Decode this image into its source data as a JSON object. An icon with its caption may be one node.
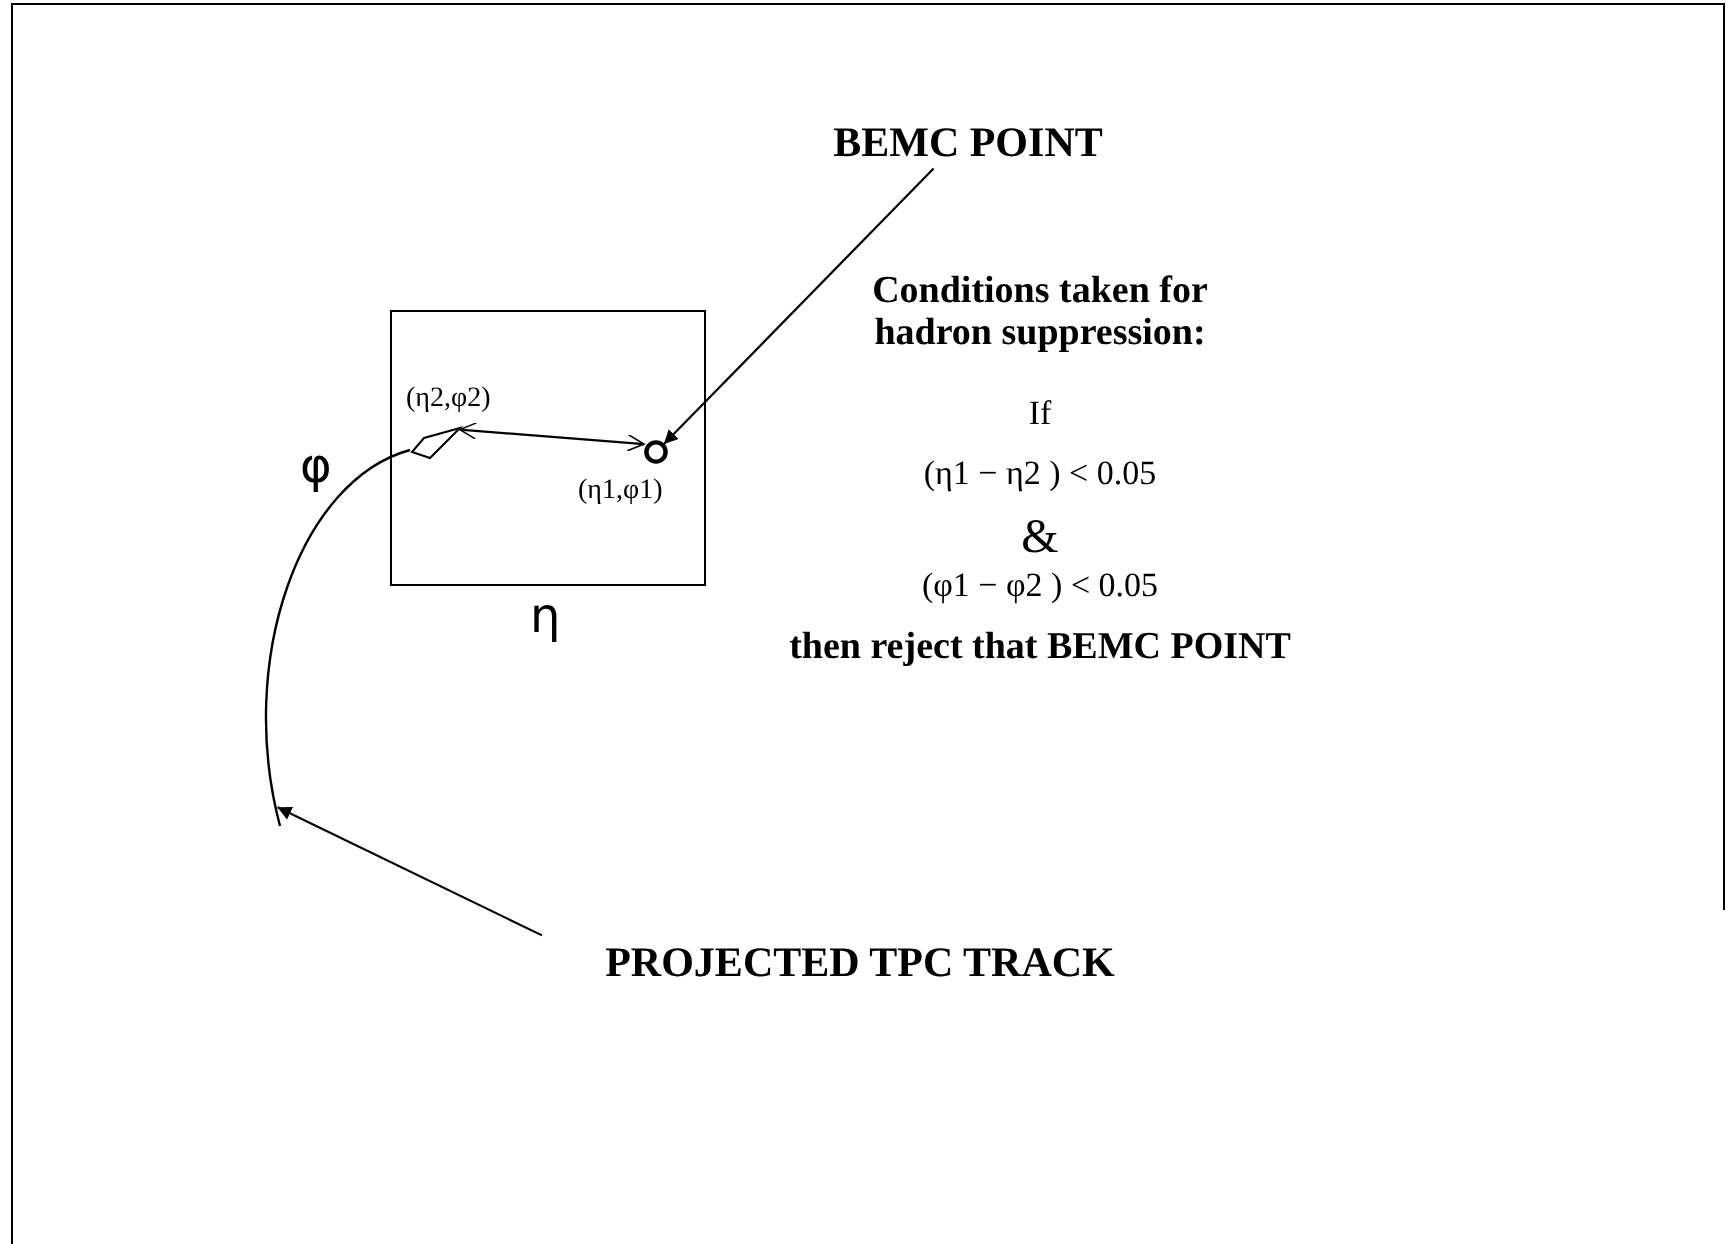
{
  "diagram": {
    "nodes": [
      {
        "text": [
          "BEMC POINT"
        ]
      },
      {
        "text": [],
        "shape": "box",
        "beside": [
          "η"
        ]
      },
      {
        "text": [],
        "shape": "circle",
        "in": 1,
        "beside": [
          "(η1,φ1)"
        ]
      },
      {
        "text": [],
        "shape": "diamond",
        "in": 1,
        "beside": [
          "(η2,φ2)"
        ]
      },
      {
        "text": [],
        "shape": "curve"
      },
      {
        "text": [
          "PROJECTED TPC TRACK"
        ]
      }
    ],
    "edges": [
      {
        "from": 0,
        "to": 2,
        "arrow": "to"
      },
      {
        "from": 3,
        "to": 2,
        "arrow": "both"
      },
      {
        "from": 5,
        "to": 4,
        "arrow": "to"
      }
    ],
    "labels": [
      "φ",
      "Conditions taken for hadron suppression:",
      "If",
      "(η1 − η2 ) < 0.05",
      "&",
      "(φ1 − φ2 ) < 0.05",
      "then reject that  BEMC POINT"
    ]
  }
}
